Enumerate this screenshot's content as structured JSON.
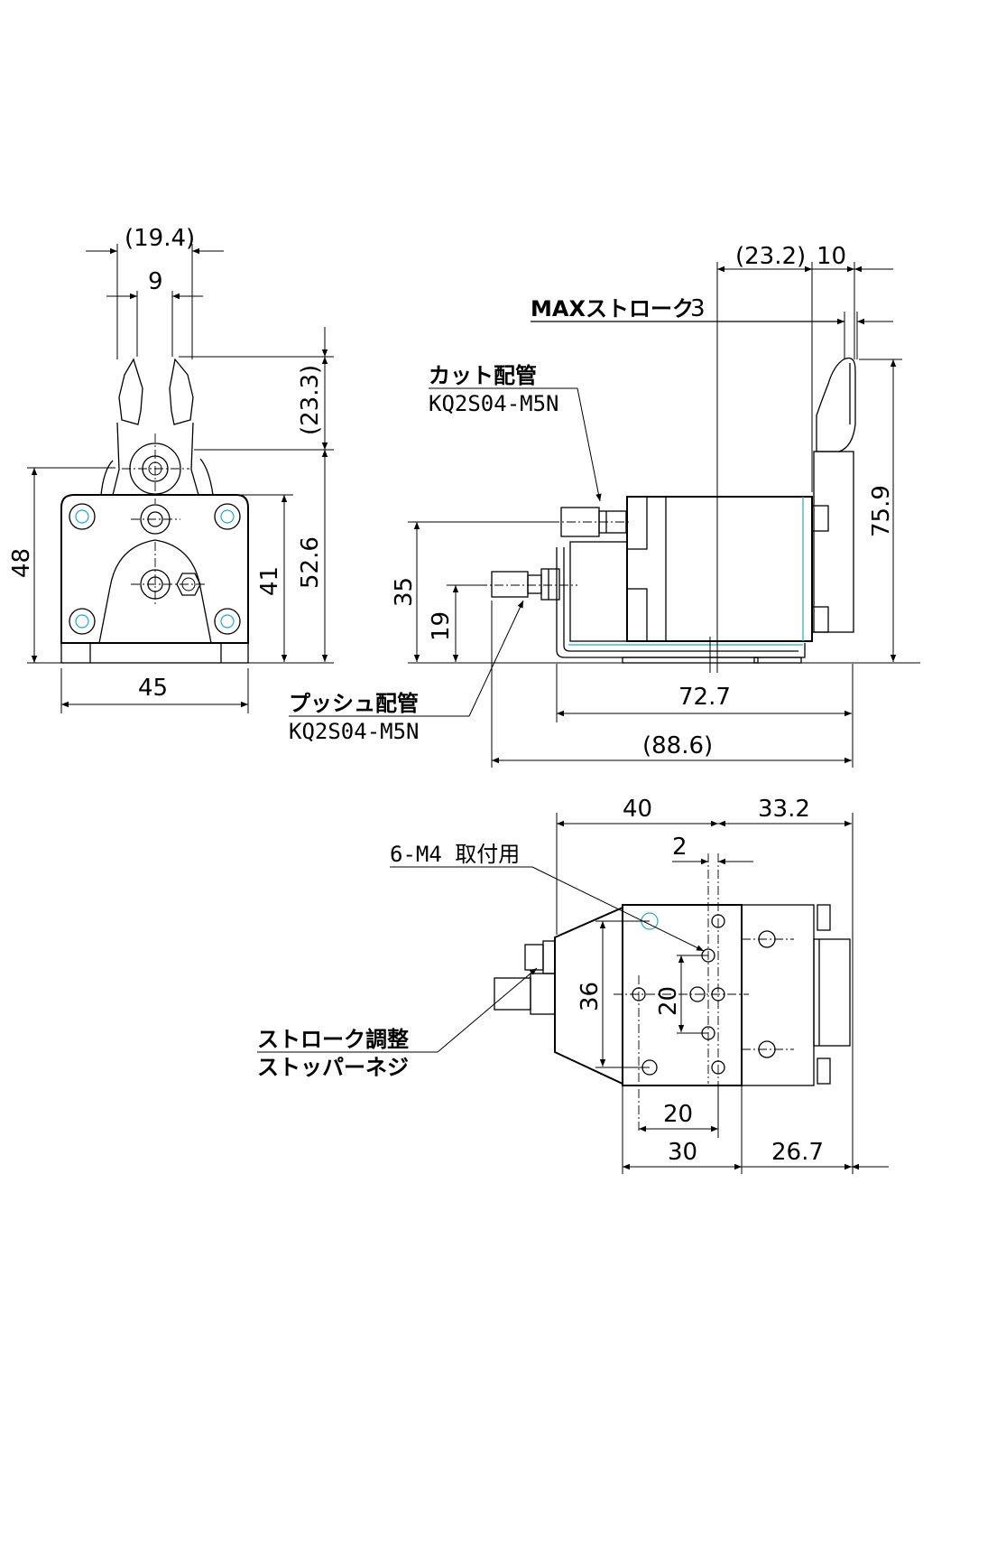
{
  "labels": {
    "max_stroke": "MAXストローク",
    "cut_pipe": "カット配管",
    "cut_pipe_part": "KQ2S04-M5N",
    "push_pipe": "プッシュ配管",
    "push_pipe_part": "KQ2S04-M5N",
    "mount_holes": "6-M4 取付用",
    "stroke_adjust_1": "ストローク調整",
    "stroke_adjust_2": "ストッパーネジ"
  },
  "dimensions": {
    "front_jaw_span": "(19.4)",
    "front_jaw_gap": "9",
    "front_jaw_height": "(23.3)",
    "front_body_height": "48",
    "front_base_height": "41",
    "front_total_height": "52.6",
    "front_width": "45",
    "side_stroke_ref": "(23.2)",
    "side_blade_width": "10",
    "side_max_stroke": "3",
    "side_total_height": "75.9",
    "side_pipe_height": "35",
    "side_push_height": "19",
    "side_body_length": "72.7",
    "side_total_length": "(88.6)",
    "top_left": "40",
    "top_right": "33.2",
    "top_offset": "2",
    "top_height": "36",
    "top_hole_pitch_v": "20",
    "top_hole_pitch_h": "20",
    "top_base": "30",
    "top_tail": "26.7"
  }
}
